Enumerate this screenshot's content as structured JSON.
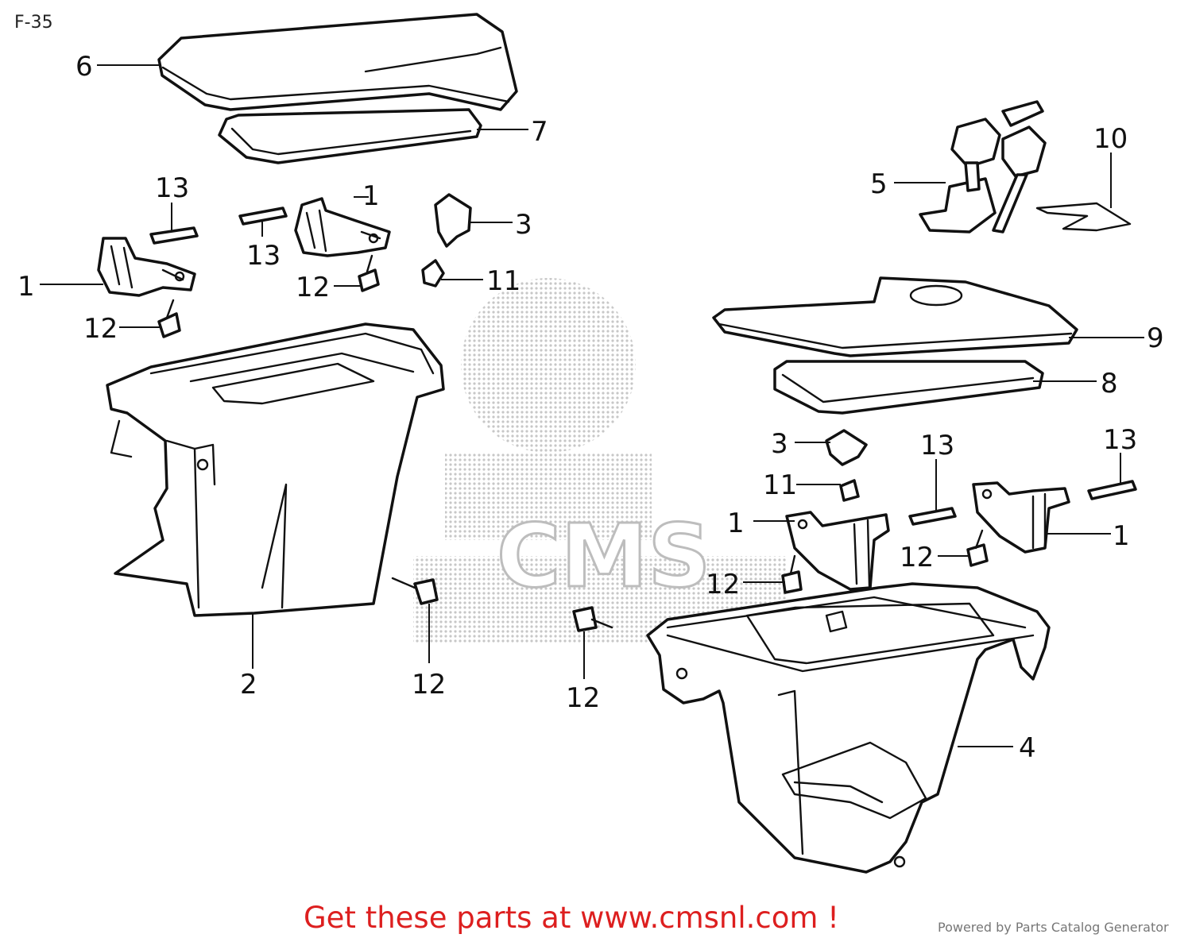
{
  "page_code": "F-35",
  "cta_text": "Get these parts at www.cmsnl.com !",
  "credit_text": "Powered by Parts Catalog Generator",
  "watermark_text": "CMS",
  "callouts": [
    {
      "num": "6"
    },
    {
      "num": "7"
    },
    {
      "num": "13"
    },
    {
      "num": "1"
    },
    {
      "num": "13"
    },
    {
      "num": "3"
    },
    {
      "num": "1"
    },
    {
      "num": "12"
    },
    {
      "num": "11"
    },
    {
      "num": "12"
    },
    {
      "num": "5"
    },
    {
      "num": "10"
    },
    {
      "num": "9"
    },
    {
      "num": "8"
    },
    {
      "num": "3"
    },
    {
      "num": "13"
    },
    {
      "num": "13"
    },
    {
      "num": "11"
    },
    {
      "num": "1"
    },
    {
      "num": "1"
    },
    {
      "num": "12"
    },
    {
      "num": "12"
    },
    {
      "num": "2"
    },
    {
      "num": "12"
    },
    {
      "num": "12"
    },
    {
      "num": "4"
    },
    {
      "num": "1"
    }
  ]
}
